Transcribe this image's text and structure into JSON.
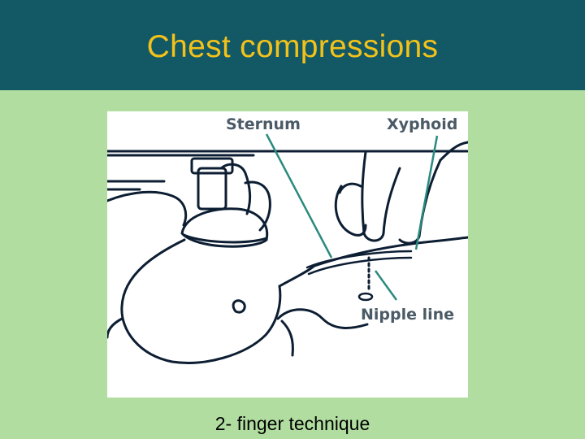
{
  "slide": {
    "title": "Chest compressions",
    "caption": "2- finger technique"
  },
  "figure": {
    "labels": {
      "sternum": "Sternum",
      "xyphoid": "Xyphoid",
      "nipple_line": "Nipple line"
    }
  },
  "colors": {
    "header_bg": "#125865",
    "title_text": "#f2c21a",
    "slide_bg": "#b1dea0",
    "label_text": "#4a5a66",
    "line_art": "#0d1e33",
    "leader_line": "#2a8a7e"
  }
}
